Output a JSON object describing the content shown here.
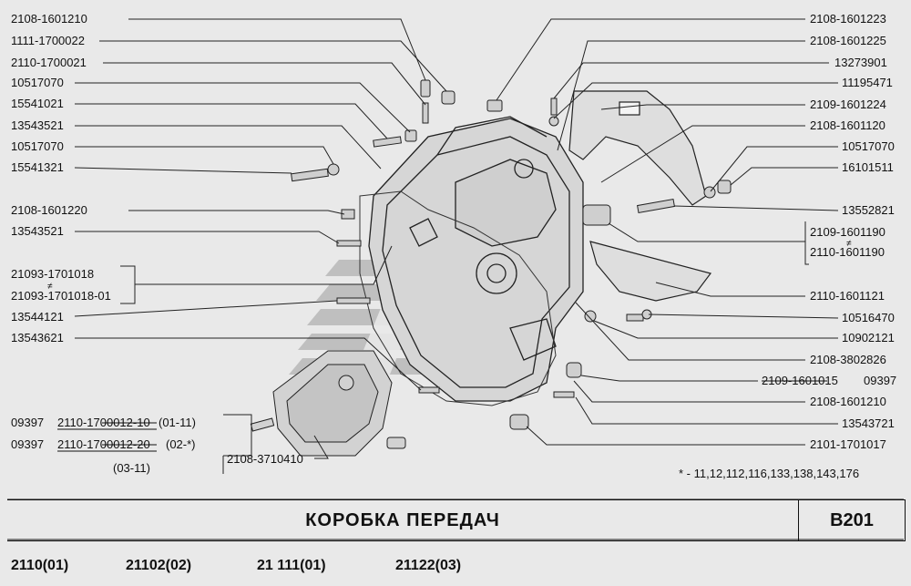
{
  "parts_left": [
    "2108-1601210",
    "1111-1700022",
    "2110-1700021",
    "10517070",
    "15541021",
    "13543521",
    "10517070",
    "15541321",
    "2108-1601220",
    "13543521",
    "21093-1701018",
    "21093-1701018-01",
    "13544121",
    "13543621"
  ],
  "parts_right": [
    "2108-1601223",
    "2108-1601225",
    "13273901",
    "11195471",
    "2109-1601224",
    "2108-1601120",
    "10517070",
    "16101511",
    "13552821",
    "2109-1601190",
    "2110-1601190",
    "2110-1601121",
    "10516470",
    "10902121",
    "2108-3802826",
    "2109-1601015",
    "09397",
    "2108-1601210",
    "13543721",
    "2101-1701017"
  ],
  "alt_symbol": "≠",
  "bottom_left": {
    "row1_prefix": "09397",
    "row1_part": "2110-1700012-10",
    "row1_suffix": "(01-11)",
    "row2_prefix": "09397",
    "row2_part": "2110-1700012-20",
    "row2_suffix": "(02-*)",
    "row3": "(03-11)"
  },
  "speedo_part": "2108-3710410",
  "footnote": "* - 11,12,112,116,133,138,143,176",
  "title": "КОРОБКА ПЕРЕДАЧ",
  "page_code": "B201",
  "models": [
    "2110(01)",
    "21102(02)",
    "21 111(01)",
    "21122(03)"
  ]
}
